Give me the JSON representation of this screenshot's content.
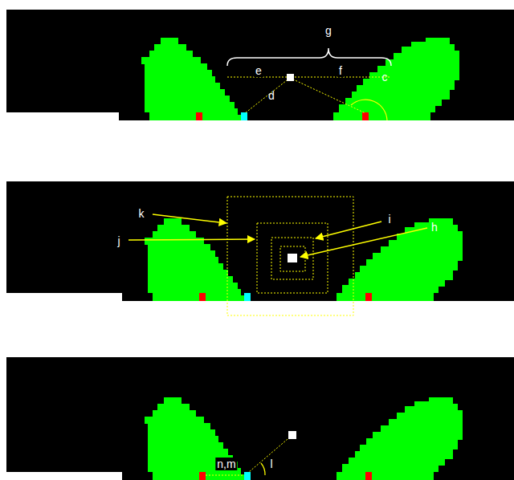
{
  "diagram": {
    "labels": [
      "g",
      "e",
      "f",
      "d",
      "c",
      "k",
      "j",
      "i",
      "h",
      "n,m",
      "l"
    ]
  }
}
